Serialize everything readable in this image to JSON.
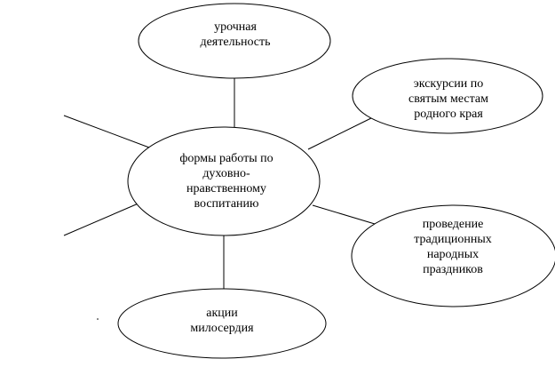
{
  "diagram": {
    "center": {
      "text": "формы работы по\nдуховно-\nнравственному\nвоспитанию"
    },
    "nodes": {
      "lessons": "урочная\nдеятельность",
      "excursion": "экскурсии по\nсвятым местам\nродного края",
      "holidays": "проведение\nтрадиционных\nнародных\nпраздников",
      "charity": "акции\nмилосердия"
    }
  },
  "colors": {
    "stroke": "#000000",
    "fill": "#ffffff"
  }
}
